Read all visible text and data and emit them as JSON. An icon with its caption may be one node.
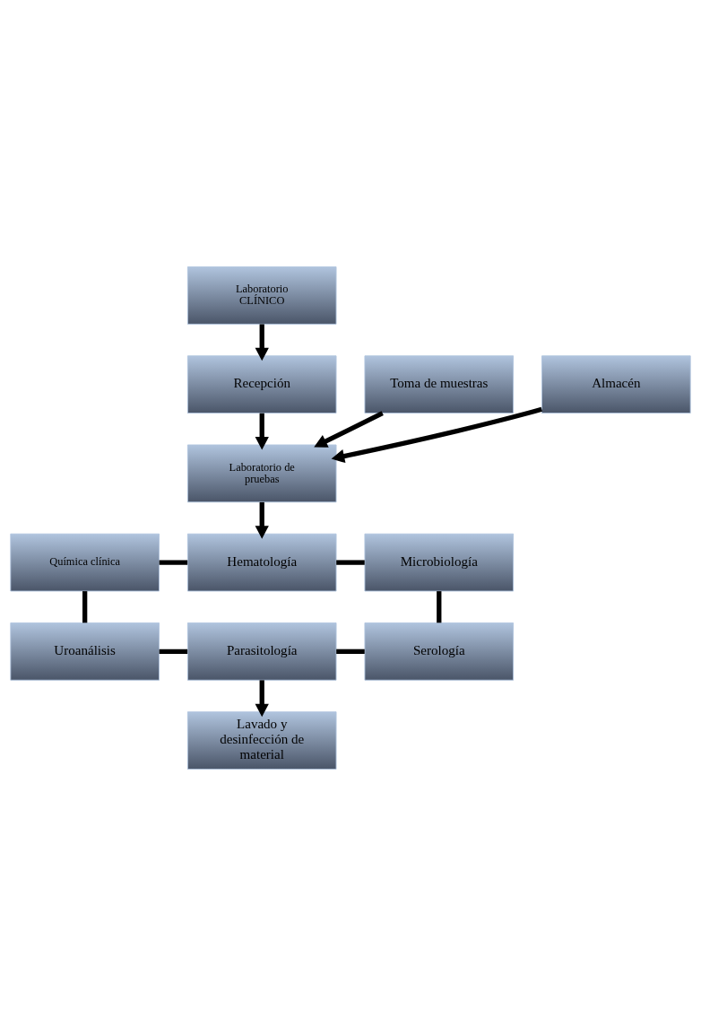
{
  "diagram": {
    "nodes": [
      {
        "text": [
          "Laboratorio CLÍNICO"
        ]
      },
      {
        "text": [
          "Recepción"
        ]
      },
      {
        "text": [
          "Toma de muestras"
        ]
      },
      {
        "text": [
          "Almacén"
        ]
      },
      {
        "text": [
          "Laboratorio de pruebas"
        ]
      },
      {
        "text": [
          "Química clínica"
        ]
      },
      {
        "text": [
          "Hematología"
        ]
      },
      {
        "text": [
          "Microbiología"
        ]
      },
      {
        "text": [
          "Uroanálisis"
        ]
      },
      {
        "text": [
          "Parasitología"
        ]
      },
      {
        "text": [
          "Serología"
        ]
      },
      {
        "text": [
          "Lavado y desinfección de material"
        ]
      }
    ],
    "edges": [
      {
        "from": 0,
        "to": 1,
        "arrow": "to"
      },
      {
        "from": 1,
        "to": 4,
        "arrow": "to"
      },
      {
        "from": 2,
        "to": 4,
        "arrow": "to"
      },
      {
        "from": 3,
        "to": 4,
        "arrow": "to"
      },
      {
        "from": 4,
        "to": 6,
        "arrow": "to"
      },
      {
        "from": 5,
        "to": 6,
        "arrow": "none"
      },
      {
        "from": 6,
        "to": 7,
        "arrow": "none"
      },
      {
        "from": 5,
        "to": 8,
        "arrow": "none"
      },
      {
        "from": 7,
        "to": 10,
        "arrow": "none"
      },
      {
        "from": 8,
        "to": 9,
        "arrow": "none"
      },
      {
        "from": 9,
        "to": 10,
        "arrow": "none"
      },
      {
        "from": 9,
        "to": 11,
        "arrow": "to"
      }
    ]
  }
}
